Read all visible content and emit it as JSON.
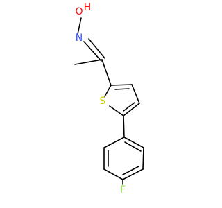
{
  "molecule": {
    "atoms": {
      "oxygen": {
        "label": "O",
        "color": "#ff0d0d"
      },
      "hydrogen": {
        "label": "H",
        "color": "#ff0d0d"
      },
      "nitrogen": {
        "label": "N",
        "color": "#3050f8"
      },
      "sulfur": {
        "label": "S",
        "color": "#c8c800"
      },
      "fluorine": {
        "label": "F",
        "color": "#90e050"
      }
    }
  }
}
